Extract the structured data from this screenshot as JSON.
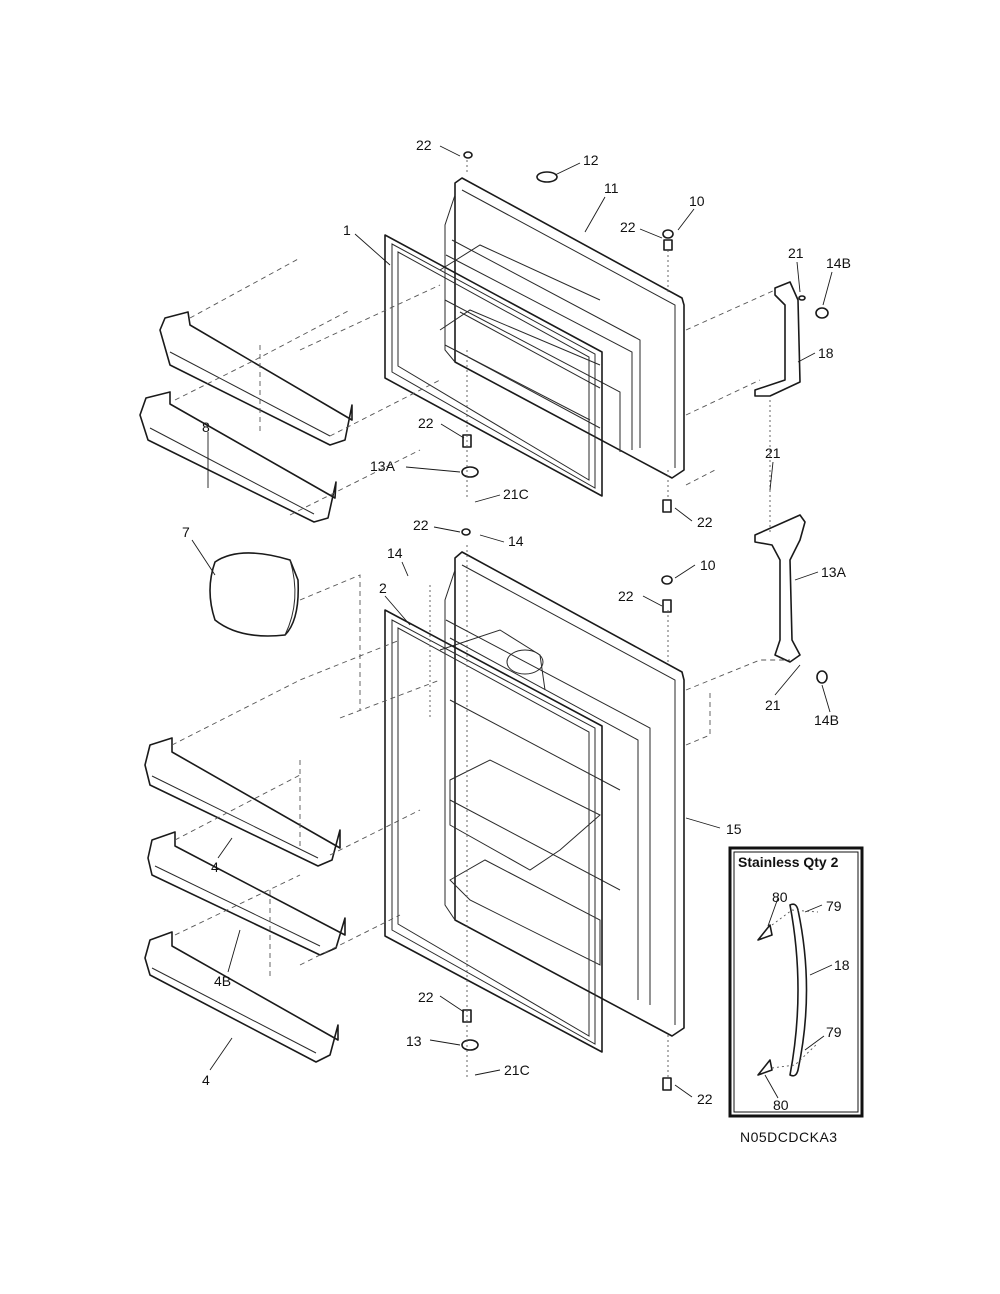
{
  "callouts": {
    "c1": "1",
    "c2": "2",
    "c4a": "4",
    "c4b": "4B",
    "c4c": "4",
    "c7": "7",
    "c8": "8",
    "c10a": "10",
    "c10b": "10",
    "c11": "11",
    "c12": "12",
    "c13": "13",
    "c13Aa": "13A",
    "c13Ab": "13A",
    "c14a": "14",
    "c14b": "14",
    "c14Ba": "14B",
    "c14Bb": "14B",
    "c15": "15",
    "c18a": "18",
    "c18b": "18",
    "c21a": "21",
    "c21b": "21",
    "c21c": "21",
    "c21Ca": "21C",
    "c21Cb": "21C",
    "c22a": "22",
    "c22b": "22",
    "c22c": "22",
    "c22d": "22",
    "c22e": "22",
    "c22f": "22",
    "c22g": "22",
    "c22h": "22",
    "c79a": "79",
    "c79b": "79",
    "c80a": "80",
    "c80b": "80"
  },
  "inset": {
    "title": "Stainless  Qty 2"
  },
  "diagram_code": "N05DCDCKA3"
}
